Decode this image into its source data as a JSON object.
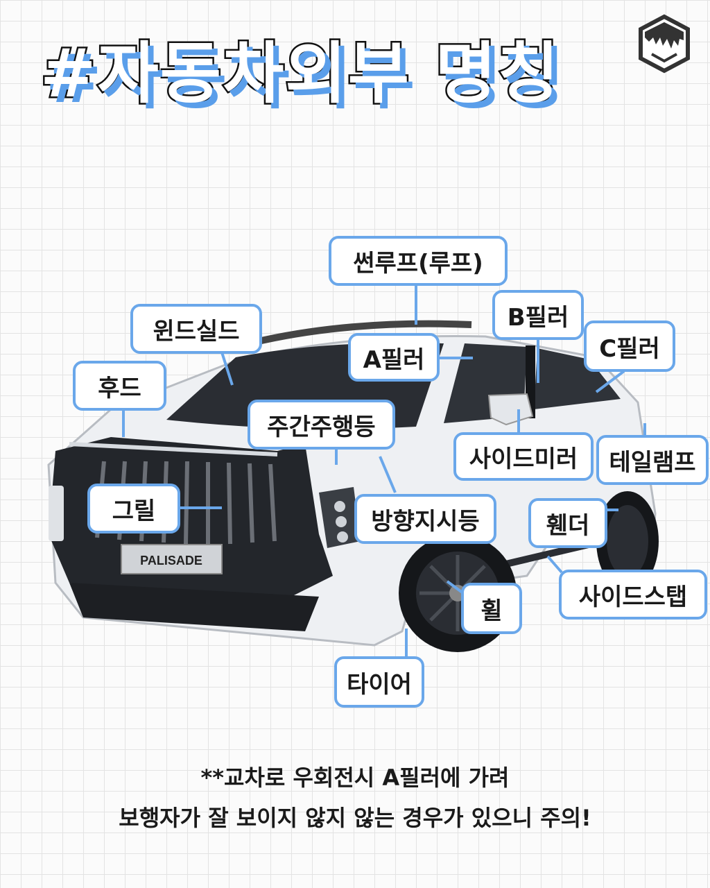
{
  "title": "#자동차외부 명칭",
  "colors": {
    "accent": "#6aa7ea",
    "title_shadow": "#5a9eea",
    "car_body": "#eef0f3"
  },
  "car": {
    "plate_text": "PALISADE"
  },
  "labels": {
    "sunroof": "썬루프(루프)",
    "windshield": "윈드실드",
    "hood": "후드",
    "a_pillar": "A필러",
    "b_pillar": "B필러",
    "c_pillar": "C필러",
    "drl": "주간주행등",
    "side_mirror": "사이드미러",
    "tail_lamp": "테일램프",
    "grille": "그릴",
    "turn_signal": "방향지시등",
    "fender": "휀더",
    "side_step": "사이드스탭",
    "wheel": "휠",
    "tire": "타이어"
  },
  "note": {
    "line1": "**교차로 우회전시 A필러에 가려",
    "line2": "보행자가 잘 보이지 않지 않는 경우가 있으니 주의!"
  }
}
